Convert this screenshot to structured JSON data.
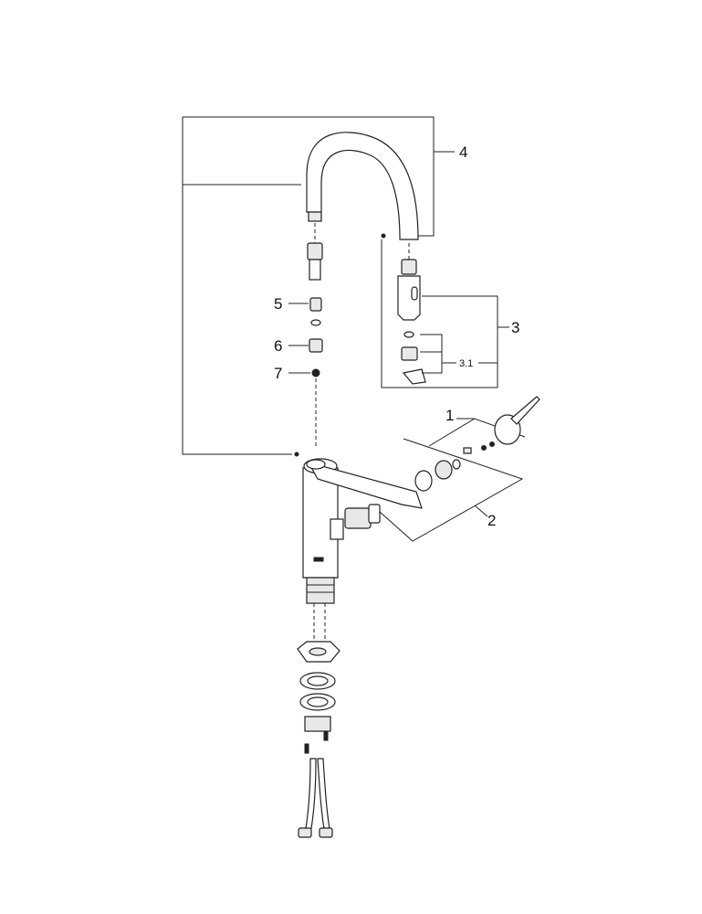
{
  "callouts": {
    "c1": "1",
    "c2": "2",
    "c3": "3",
    "c3_1": "3.1",
    "c4": "4",
    "c5": "5",
    "c6": "6",
    "c7": "7"
  }
}
